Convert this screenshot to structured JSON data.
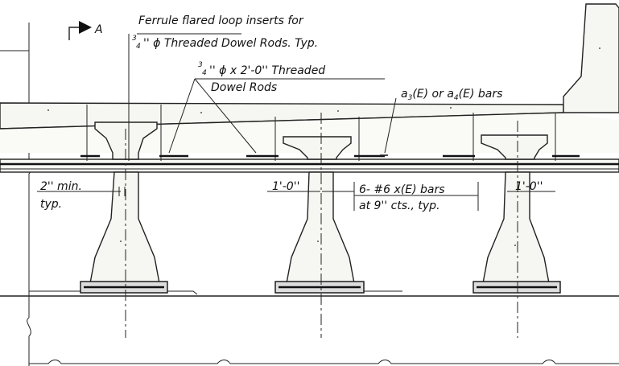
{
  "section_marker": {
    "letter": "A"
  },
  "labels": {
    "ferrule_line1": "Ferrule flared loop inserts for",
    "ferrule_frac_num": "3",
    "ferrule_frac_den": "4",
    "ferrule_line2": "'' ϕ Threaded Dowel Rods. Typ.",
    "dowel_frac_num": "3",
    "dowel_frac_den": "4",
    "dowel_line1": "'' ϕ x 2'-0'' Threaded",
    "dowel_line2": "Dowel Rods",
    "bars_a3": "a",
    "bars_a3_sub": "3",
    "bars_mid": "(E) or a",
    "bars_a4_sub": "4",
    "bars_end": "(E) bars",
    "min_line1": "2'' min.",
    "min_line2": "typ.",
    "dim_left": "1'-0''",
    "bars6_line1": "6- #6  x(E) bars",
    "bars6_line2": "at 9'' cts., typ.",
    "dim_right": "1'-0''"
  }
}
